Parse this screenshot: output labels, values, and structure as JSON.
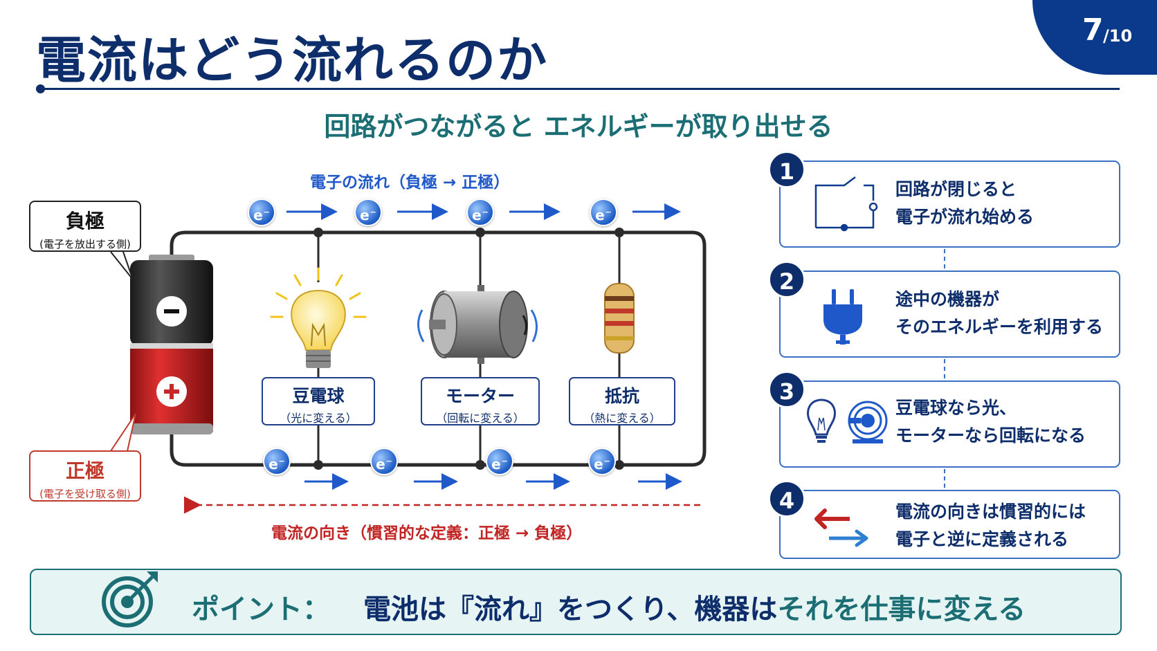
{
  "page": {
    "current": "7",
    "total": "/10"
  },
  "title": "電流はどう流れるのか",
  "subtitle": "回路がつながると エネルギーが取り出せる",
  "diagram": {
    "electron_flow_label": "電子の流れ（負極 → 正極）",
    "current_direction_label": "電流の向き（慣習的な定義：正極 → 負極）",
    "electron_symbol": "e",
    "negative_terminal": {
      "label": "負極",
      "note": "(電子を放出する側)"
    },
    "positive_terminal": {
      "label": "正極",
      "note": "(電子を受け取る側)"
    },
    "components": [
      {
        "name": "豆電球",
        "note": "（光に変える）"
      },
      {
        "name": "モーター",
        "note": "（回転に変える）"
      },
      {
        "name": "抵抗",
        "note": "（熱に変える）"
      }
    ],
    "colors": {
      "wire": "#2b2b2b",
      "electron": "#2f6fd6",
      "flow_arrow": "#1f59c9",
      "current_arrow": "#c22323"
    }
  },
  "steps": [
    {
      "number": "1",
      "icon": "switch-icon",
      "lines": [
        "回路が閉じると",
        "電子が流れ始める"
      ]
    },
    {
      "number": "2",
      "icon": "plug-icon",
      "lines": [
        "途中の機器が",
        "そのエネルギーを利用する"
      ]
    },
    {
      "number": "3",
      "icon": "bulb-and-motor-icon",
      "lines": [
        "豆電球なら光、",
        "モーターなら回転になる"
      ]
    },
    {
      "number": "4",
      "icon": "opposite-arrows-icon",
      "lines": [
        "電流の向きは慣習的には",
        "電子と逆に定義される"
      ]
    }
  ],
  "point": {
    "label": "ポイント：",
    "message_part1": "電池は『流れ』をつくり、機器は",
    "message_part2": "それを仕事に変える"
  },
  "colors": {
    "navy": "#0d2d6b",
    "teal": "#1b6e74",
    "red": "#c22323",
    "blue": "#2f6fd6"
  }
}
